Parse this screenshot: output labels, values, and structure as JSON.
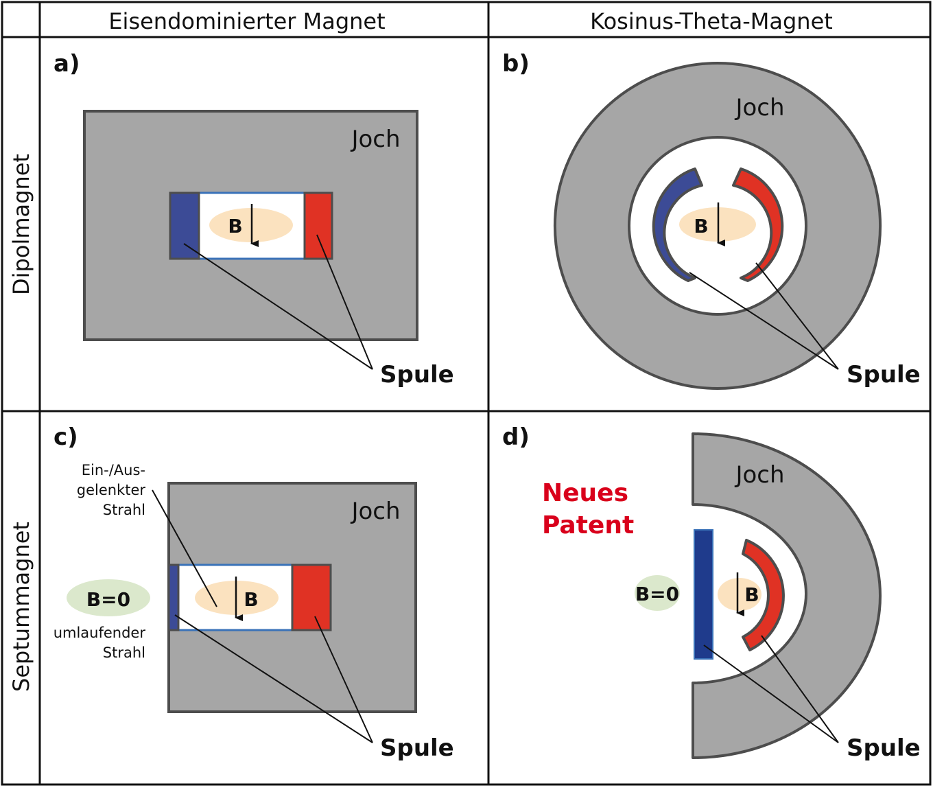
{
  "columns": {
    "left": "Eisendominierter Magnet",
    "right": "Kosinus-Theta-Magnet"
  },
  "rows": {
    "top": "Dipolmagnet",
    "bottom": "Septummagnet"
  },
  "panels": {
    "a": {
      "label": "a)",
      "yoke": "Joch",
      "field": "B",
      "coil": "Spule"
    },
    "b": {
      "label": "b)",
      "yoke": "Joch",
      "field": "B",
      "coil": "Spule"
    },
    "c": {
      "label": "c)",
      "yoke": "Joch",
      "field": "B",
      "coil": "Spule",
      "zero_field": "B=0",
      "extracted_beam": [
        "Ein-/Aus-",
        "gelenkter",
        "Strahl"
      ],
      "circulating_beam": [
        "umlaufender",
        "Strahl"
      ]
    },
    "d": {
      "label": "d)",
      "yoke": "Joch",
      "field": "B",
      "coil": "Spule",
      "zero_field": "B=0",
      "patent": [
        "Neues",
        "Patent"
      ]
    }
  },
  "colors": {
    "yoke": "#a6a6a6",
    "outline": "#4d4d4d",
    "coil_blue": "#3c4b96",
    "coil_blue_dark": "#1f3b8c",
    "coil_red": "#e03224",
    "field_region": "#fbe2bf",
    "zero_field_region": "#dbe8cc",
    "patent_text": "#d9001b"
  }
}
